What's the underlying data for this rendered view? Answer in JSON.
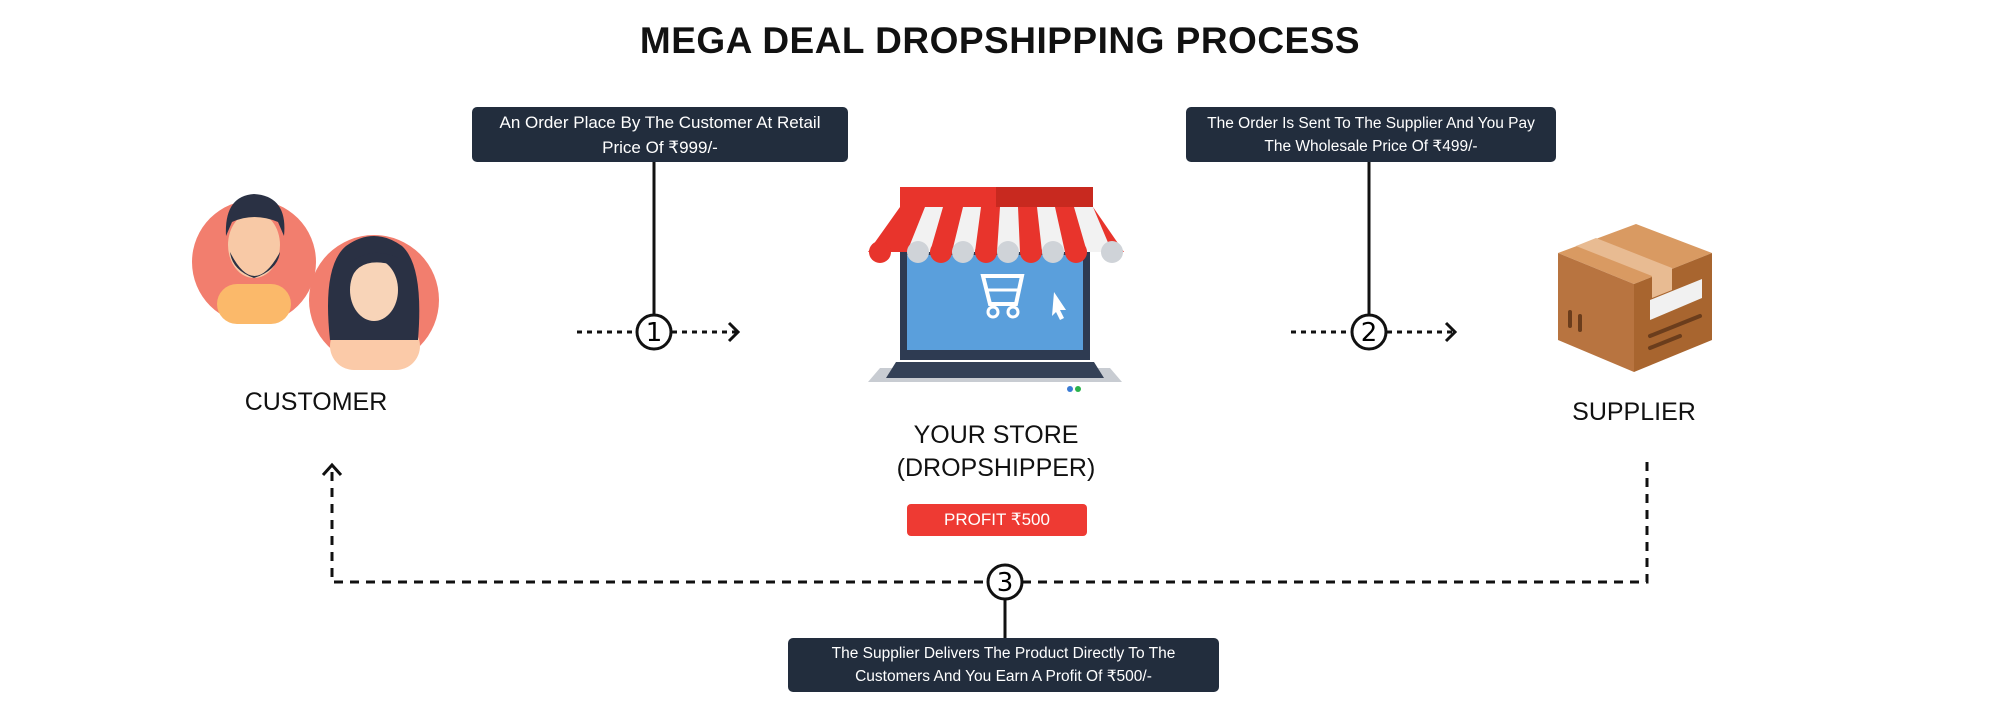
{
  "title": "MEGA DEAL DROPSHIPPING PROCESS",
  "steps": [
    {
      "number": "1",
      "note": "An Order Place By The Customer At Retail Price Of ₹999/-"
    },
    {
      "number": "2",
      "note": "The Order Is Sent To The Supplier And You Pay The Wholesale Price Of ₹499/-"
    },
    {
      "number": "3",
      "note": "The Supplier Delivers The Product Directly To The Customers And You Earn A Profit Of ₹500/-"
    }
  ],
  "nodes": {
    "customer": "CUSTOMER",
    "store_line1": "YOUR STORE",
    "store_line2": "(DROPSHIPPER)",
    "supplier": "SUPPLIER"
  },
  "profit_badge": "PROFIT ₹500",
  "colors": {
    "note_bg": "#222d3d",
    "accent_red": "#ee3a33",
    "screen_blue": "#5a9fdc"
  }
}
